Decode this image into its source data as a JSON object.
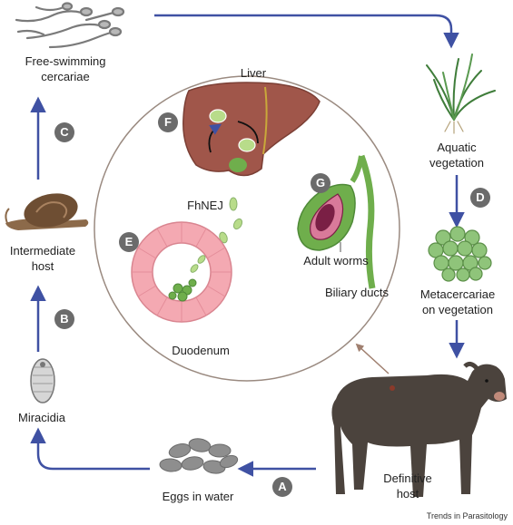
{
  "stages": {
    "cercariae": "Free-swimming\ncercariae",
    "vegetation": "Aquatic\nvegetation",
    "metacercariae": "Metacercariae\non vegetation",
    "definitive_host": "Definitive\nhost",
    "eggs": "Eggs in water",
    "miracidia": "Miracidia",
    "intermediate_host": "Intermediate\nhost"
  },
  "inner": {
    "liver": "Liver",
    "fhnej": "FhNEJ",
    "duodenum": "Duodenum",
    "adult_worms": "Adult worms",
    "biliary_ducts": "Biliary ducts"
  },
  "badges": {
    "a": "A",
    "b": "B",
    "c": "C",
    "d": "D",
    "e": "E",
    "f": "F",
    "g": "G"
  },
  "credit": "Trends in Parasitology",
  "colors": {
    "arrow": "#3f51a3",
    "badge": "#6b6b6b",
    "liver": "#a0564a",
    "duodenum": "#f4a9b2",
    "cow": "#4b433d"
  }
}
